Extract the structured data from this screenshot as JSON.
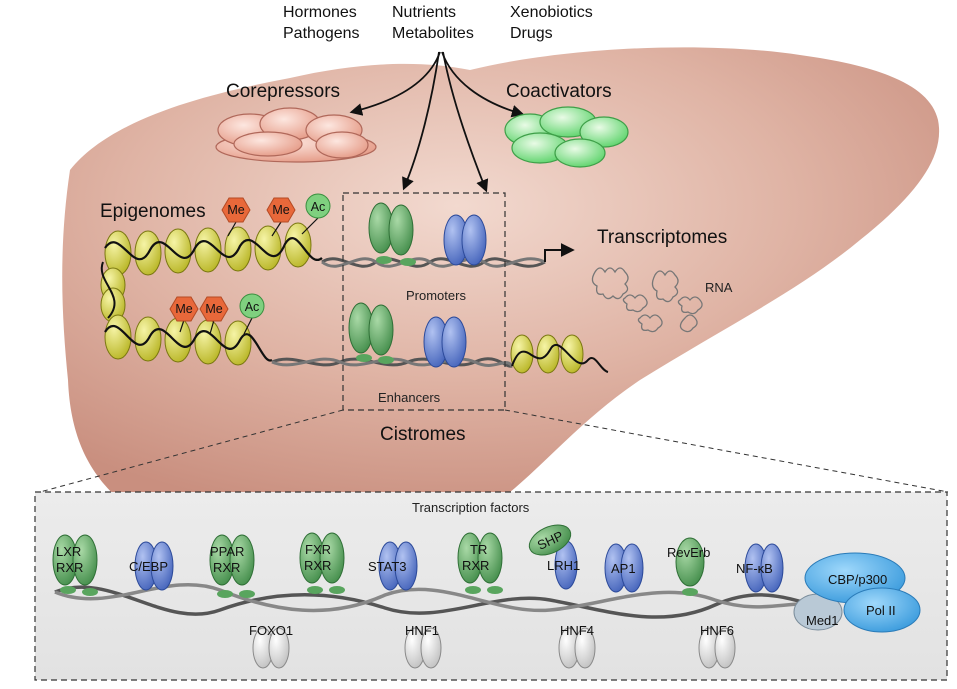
{
  "signals": {
    "col1_line1": "Hormones",
    "col1_line2": "Pathogens",
    "col2_line1": "Nutrients",
    "col2_line2": "Metabolites",
    "col3_line1": "Xenobiotics",
    "col3_line2": "Drugs"
  },
  "labels": {
    "corepressors": "Corepressors",
    "coactivators": "Coactivators",
    "epigenomes": "Epigenomes",
    "transcriptomes": "Transcriptomes",
    "rna": "RNA",
    "promoters": "Promoters",
    "enhancers": "Enhancers",
    "cistromes": "Cistromes"
  },
  "marks": {
    "me": "Me",
    "ac": "Ac"
  },
  "panel": {
    "title": "Transcription factors",
    "green_factors": [
      {
        "line1": "LXR",
        "line2": "RXR"
      },
      {
        "line1": "PPAR",
        "line2": "RXR"
      },
      {
        "line1": "FXR",
        "line2": "RXR"
      },
      {
        "line1": "TR",
        "line2": "RXR"
      },
      {
        "line1": "RevErb",
        "line2": ""
      }
    ],
    "blue_factors": [
      "C/EBP",
      "STAT3",
      "LRH1",
      "AP1",
      "NF-κB"
    ],
    "shp": "SHP",
    "white_factors": [
      "FOXO1",
      "HNF1",
      "HNF4",
      "HNF6"
    ],
    "cofactors": {
      "cbp": "CBP/p300",
      "med1": "Med1",
      "pol2": "Pol II"
    }
  },
  "colors": {
    "liver": "#dcb1a3",
    "green": "#59a55e",
    "blue": "#5a7bd0",
    "nucleosome": "#d9d63a",
    "mark_red": "#e8683a",
    "cofactor_blue": "#3aa3e6"
  }
}
